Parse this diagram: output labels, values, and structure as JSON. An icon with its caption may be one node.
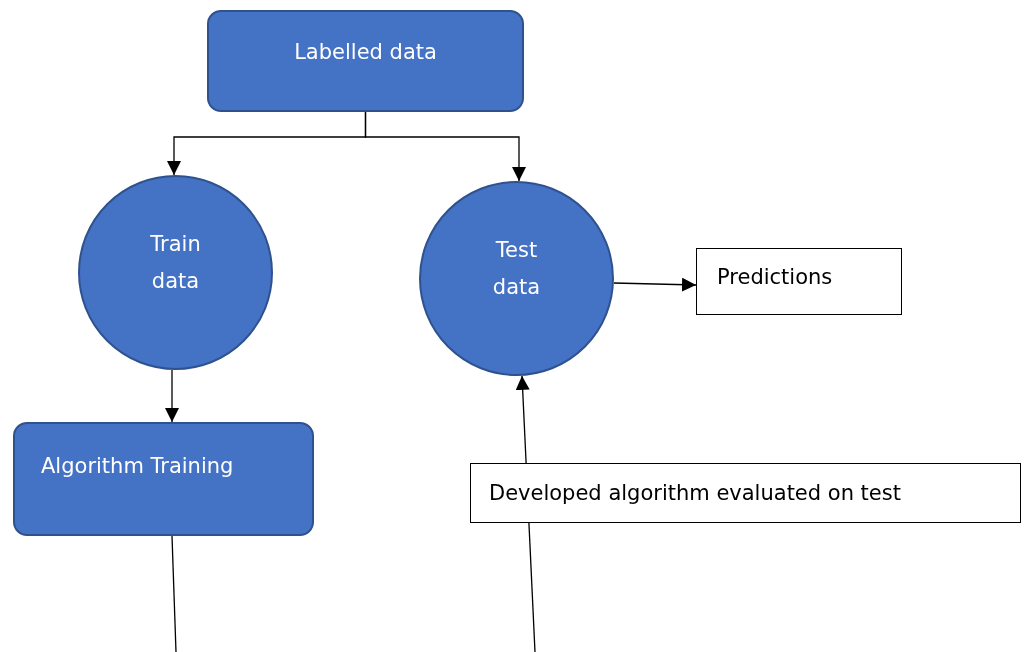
{
  "diagram": {
    "nodes": [
      {
        "text": [
          "Labelled data"
        ]
      },
      {
        "text": [
          "Train data"
        ]
      },
      {
        "text": [
          "Test data"
        ]
      },
      {
        "text": [
          "Predictions"
        ]
      },
      {
        "text": [
          "Algorithm Training"
        ]
      },
      {
        "text": [
          "Developed algorithm evaluated on test"
        ]
      }
    ],
    "edges": [
      {
        "from": 0,
        "to": 1,
        "arrow": "to"
      },
      {
        "from": 0,
        "to": 2,
        "arrow": "to"
      },
      {
        "from": 2,
        "to": 3,
        "arrow": "to"
      },
      {
        "from": 1,
        "to": 4,
        "arrow": "to"
      },
      {
        "from": 4,
        "to": null,
        "arrow": "none"
      },
      {
        "from": null,
        "to": 2,
        "arrow": "to"
      }
    ]
  }
}
